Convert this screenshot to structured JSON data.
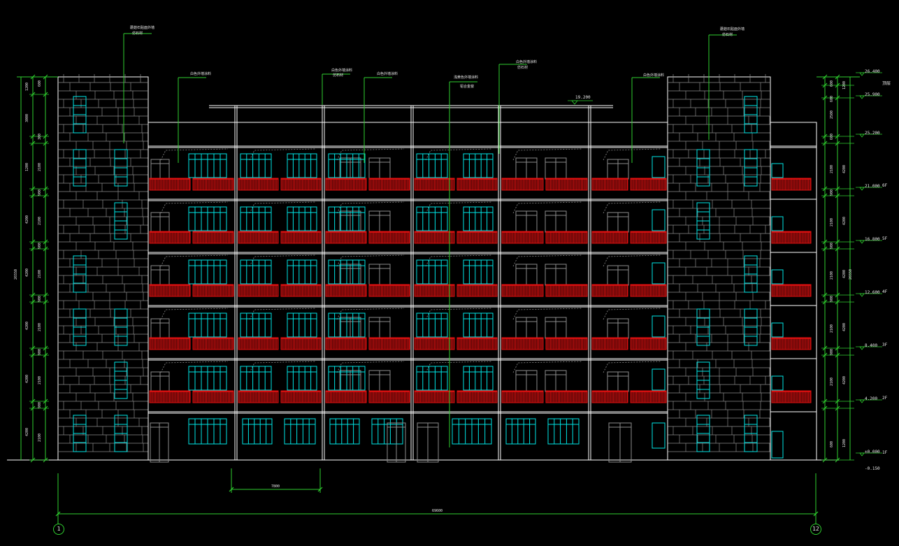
{
  "drawing": {
    "background": "#000000",
    "colors": {
      "outline": "#ffffff",
      "grey": "#8c8c8c",
      "window": "#00e6e6",
      "railing": "#e01010",
      "dimension": "#2fd12f",
      "text": "#e8e8e8"
    },
    "elevation_marks_right": [
      "26.400",
      "25.900",
      "25.200",
      "21.000",
      "16.800",
      "12.600",
      "8.400",
      "4.200",
      "±0.000",
      "-0.150"
    ],
    "floor_tags_right": [
      "顶层",
      "6F",
      "5F",
      "4F",
      "3F",
      "2F",
      "1F"
    ],
    "elevation_marks_mid": [
      "19.200"
    ],
    "dim_left_outer": "26550",
    "dim_right_outer": "26550",
    "dim_left_segments": [
      "1200",
      "3000",
      "1200",
      "4200",
      "4200",
      "4200",
      "4200",
      "4200"
    ],
    "dim_left_inner": [
      "600",
      "300",
      "2100",
      "900",
      "2100",
      "900",
      "2100",
      "900",
      "2100",
      "900",
      "2100",
      "900",
      "2100"
    ],
    "dim_right_segments": [
      "1200",
      "4200",
      "4200",
      "4200",
      "4200",
      "4200",
      "1200"
    ],
    "dim_right_inner": [
      "600",
      "600",
      "2500",
      "600",
      "2100",
      "900",
      "2100",
      "900",
      "2100",
      "900",
      "2100",
      "900",
      "2100",
      "600"
    ],
    "bay_dim": "7800",
    "overall_dim": "69600",
    "axis_labels": [
      "1",
      "12"
    ],
    "callouts": [
      {
        "title": "蘑菇石贴面外墙",
        "sub": "仿石材"
      },
      {
        "title": "白色外墙涂料",
        "sub": ""
      },
      {
        "title": "白色外墙涂料",
        "sub": "仿石材"
      },
      {
        "title": "白色外墙涂料",
        "sub": ""
      },
      {
        "title": "浅黄色外墙涂料",
        "sub": "铝合金窗"
      },
      {
        "title": "白色外墙涂料",
        "sub": "仿石材"
      },
      {
        "title": "白色外墙涂料",
        "sub": ""
      },
      {
        "title": "蘑菇石贴面外墙",
        "sub": "仿石材"
      }
    ]
  }
}
